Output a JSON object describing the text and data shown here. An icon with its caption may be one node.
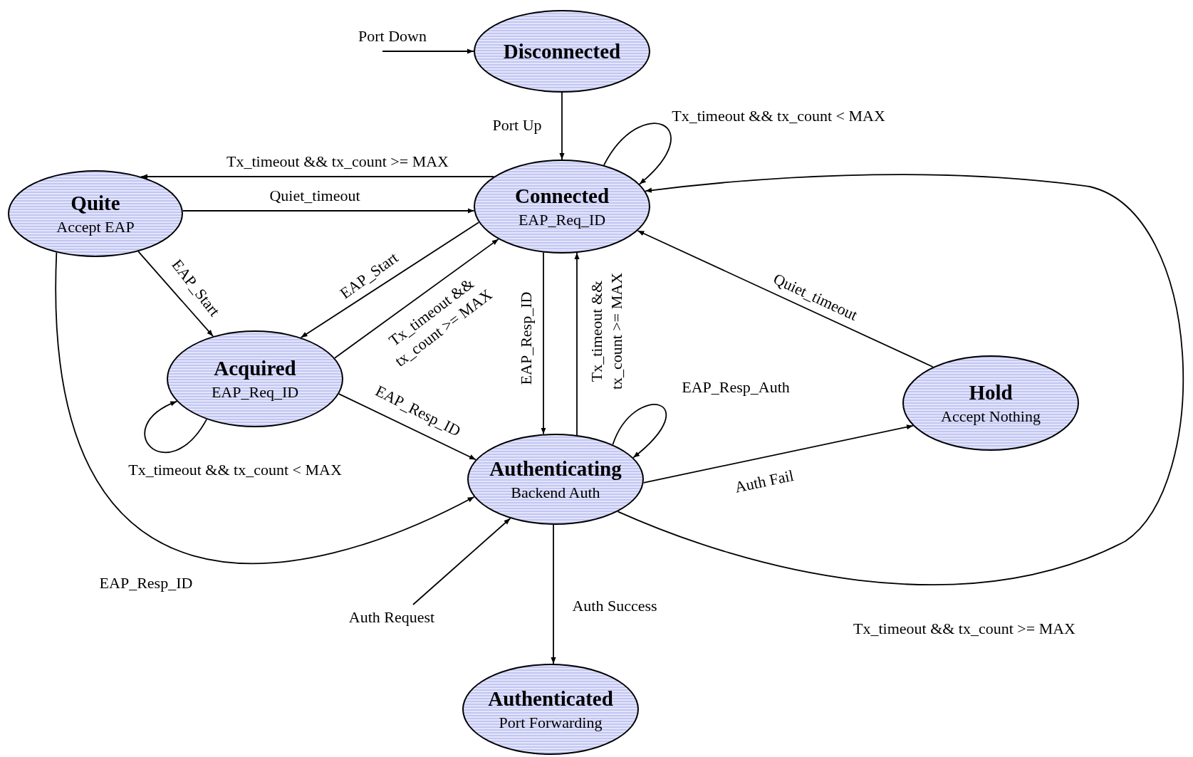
{
  "diagram": {
    "nodes": [
      {
        "text": [
          "Disconnected"
        ]
      },
      {
        "text": [
          "Connected",
          "EAP_Req_ID"
        ]
      },
      {
        "text": [
          "Quite",
          "Accept EAP"
        ]
      },
      {
        "text": [
          "Acquired",
          "EAP_Req_ID"
        ]
      },
      {
        "text": [
          "Hold",
          "Accept Nothing"
        ]
      },
      {
        "text": [
          "Authenticating",
          "Backend Auth"
        ]
      },
      {
        "text": [
          "Authenticated",
          "Port Forwarding"
        ]
      }
    ],
    "edges": [
      {
        "from": null,
        "to": 0,
        "arrow": "to",
        "label": "Port Down"
      },
      {
        "from": 0,
        "to": 1,
        "arrow": "to",
        "label": "Port Up"
      },
      {
        "from": 1,
        "to": 1,
        "arrow": "to",
        "label": "Tx_timeout && tx_count < MAX"
      },
      {
        "from": 1,
        "to": 2,
        "arrow": "to",
        "label": "Tx_timeout && tx_count >= MAX"
      },
      {
        "from": 2,
        "to": 1,
        "arrow": "to",
        "label": "Quiet_timeout"
      },
      {
        "from": 2,
        "to": 3,
        "arrow": "to",
        "label": "EAP_Start"
      },
      {
        "from": 1,
        "to": 3,
        "arrow": "to",
        "label": "EAP_Start"
      },
      {
        "from": 3,
        "to": 1,
        "arrow": "to",
        "label": "Tx_timeout && tx_count >= MAX"
      },
      {
        "from": 3,
        "to": 3,
        "arrow": "to",
        "label": "Tx_timeout && tx_count < MAX"
      },
      {
        "from": 3,
        "to": 5,
        "arrow": "to",
        "label": "EAP_Resp_ID"
      },
      {
        "from": 2,
        "to": 5,
        "arrow": "to",
        "label": "EAP_Resp_ID"
      },
      {
        "from": 1,
        "to": 5,
        "arrow": "to",
        "label": "EAP_Resp_ID"
      },
      {
        "from": 5,
        "to": 1,
        "arrow": "to",
        "label": "Tx_timeout && tx_count >= MAX"
      },
      {
        "from": 5,
        "to": 5,
        "arrow": "to",
        "label": "EAP_Resp_Auth"
      },
      {
        "from": 4,
        "to": 1,
        "arrow": "to",
        "label": "Quiet_timeout"
      },
      {
        "from": 5,
        "to": 4,
        "arrow": "to",
        "label": "Auth Fail"
      },
      {
        "from": 5,
        "to": 1,
        "arrow": "to",
        "label": "Tx_timeout && tx_count >= MAX"
      },
      {
        "from": null,
        "to": 5,
        "arrow": "to",
        "label": "Auth Request"
      },
      {
        "from": 5,
        "to": 6,
        "arrow": "to",
        "label": "Auth Success"
      }
    ]
  }
}
